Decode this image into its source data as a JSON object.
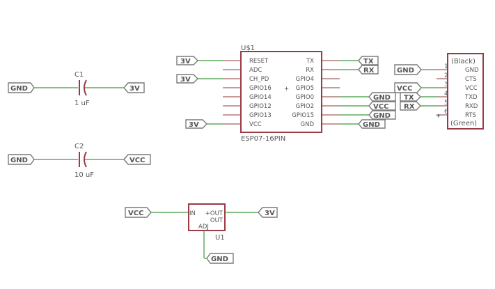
{
  "net_labels": {
    "gnd": "GND",
    "v3": "3V",
    "vcc": "VCC",
    "tx": "TX",
    "rx": "RX"
  },
  "c1": {
    "ref": "C1",
    "value": "1 uF"
  },
  "c2": {
    "ref": "C2",
    "value": "10 uF"
  },
  "u_esp": {
    "ref": "U$1",
    "value": "ESP07-16PIN",
    "left_pins": [
      "RESET",
      "ADC",
      "CH_PD",
      "GPIO16",
      "GPIO14",
      "GPIO12",
      "GPIO13",
      "VCC"
    ],
    "right_pins": [
      "TX",
      "RX",
      "GPIO4",
      "GPIO5",
      "GPIO0",
      "GPIO2",
      "GPIO15",
      "GND"
    ],
    "plus_mark": "+"
  },
  "ftdi": {
    "top_label": "(Black)",
    "bottom_label": "(Green)",
    "pin_numbers": [
      "1",
      "2",
      "3",
      "4",
      "5",
      "6"
    ],
    "pin_names": [
      "GND",
      "CTS",
      "VCC",
      "TXD",
      "RXD",
      "RTS"
    ],
    "plus_mark": "+"
  },
  "u1": {
    "ref": "U1",
    "pin_in": "IN",
    "pin_out1": "+OUT",
    "pin_out2": "OUT",
    "pin_adj": "ADJ"
  },
  "colors": {
    "wire": "#3a9a3a",
    "component": "#9a3a44",
    "label": "#7a7a7a"
  }
}
